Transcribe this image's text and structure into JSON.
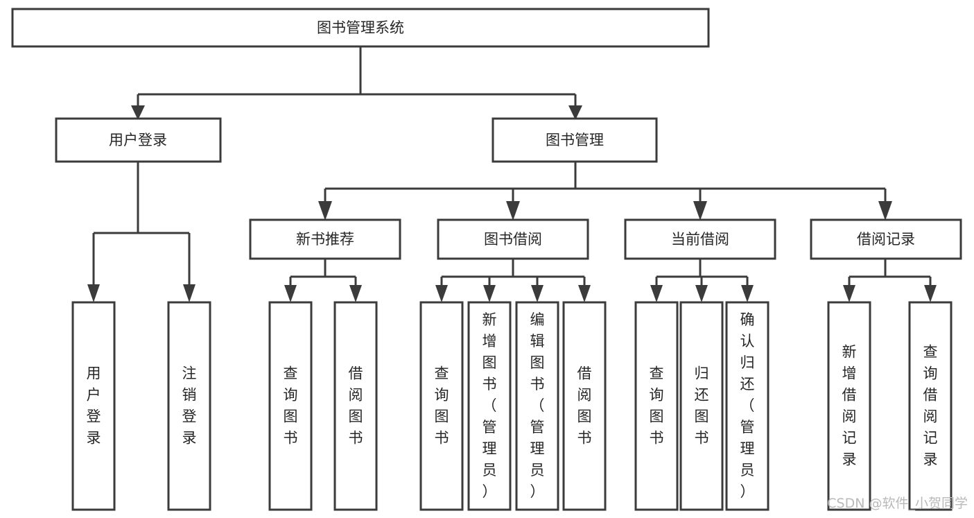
{
  "diagram": {
    "title_node": {
      "label": "图书管理系统"
    },
    "level2": [
      {
        "id": "user-login",
        "label": "用户登录"
      },
      {
        "id": "book-manage",
        "label": "图书管理"
      }
    ],
    "level3": [
      {
        "id": "new-book-rec",
        "label": "新书推荐"
      },
      {
        "id": "book-borrow",
        "label": "图书借阅"
      },
      {
        "id": "current-borrow",
        "label": "当前借阅"
      },
      {
        "id": "borrow-record",
        "label": "借阅记录"
      }
    ],
    "leaves": {
      "user_login": [
        {
          "id": "leaf-user-login",
          "label": "用户登录"
        },
        {
          "id": "leaf-logout",
          "label": "注销登录"
        }
      ],
      "new_book_rec": [
        {
          "id": "leaf-query-book-1",
          "label": "查询图书"
        },
        {
          "id": "leaf-borrow-book-1",
          "label": "借阅图书"
        }
      ],
      "book_borrow": [
        {
          "id": "leaf-query-book-2",
          "label": "查询图书"
        },
        {
          "id": "leaf-add-book",
          "label": "新增图书（管理员）"
        },
        {
          "id": "leaf-edit-book",
          "label": "编辑图书（管理员）"
        },
        {
          "id": "leaf-borrow-book-2",
          "label": "借阅图书"
        }
      ],
      "current_borrow": [
        {
          "id": "leaf-query-book-3",
          "label": "查询图书"
        },
        {
          "id": "leaf-return-book",
          "label": "归还图书"
        },
        {
          "id": "leaf-confirm-return",
          "label": "确认归还（管理员）"
        }
      ],
      "borrow_record": [
        {
          "id": "leaf-add-record",
          "label": "新增借阅记录"
        },
        {
          "id": "leaf-query-record",
          "label": "查询借阅记录"
        }
      ]
    },
    "watermark": {
      "text": "CSDN @软件_小贺同学"
    },
    "colors": {
      "stroke": "#3b3b3b",
      "box_fill": "#ffffff",
      "text": "#262626",
      "background": "#ffffff",
      "watermark": "#b9b9b9"
    }
  }
}
